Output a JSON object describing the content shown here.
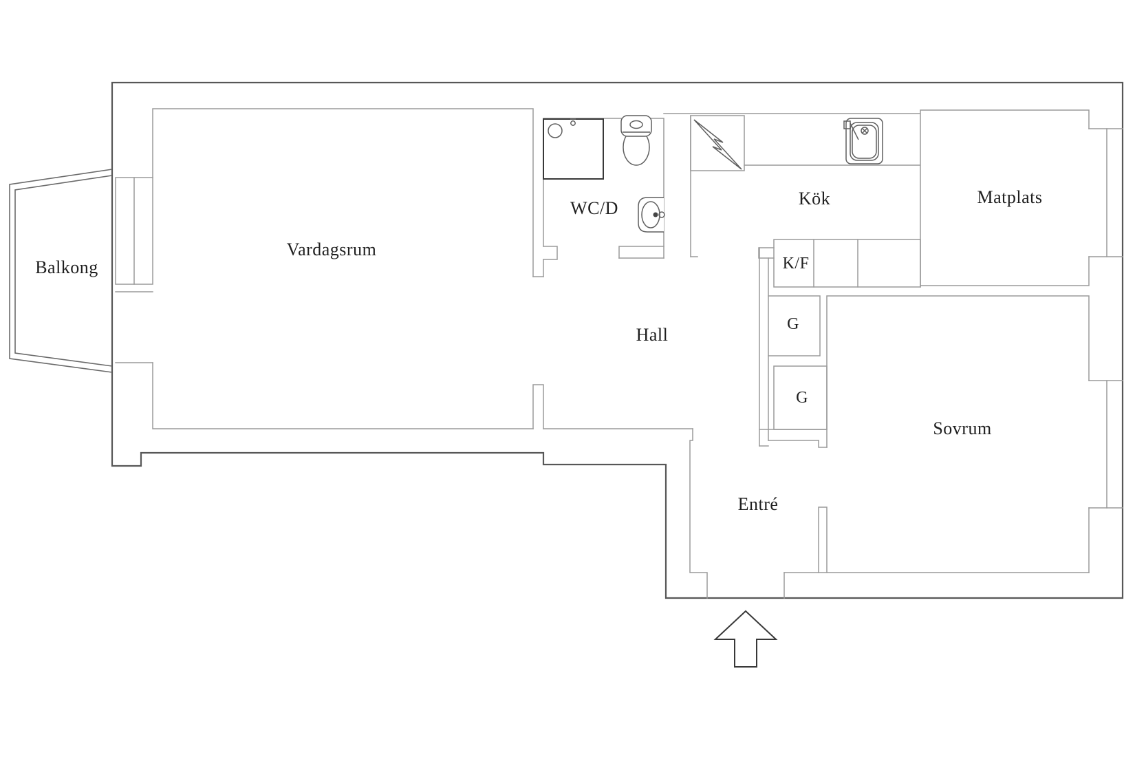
{
  "plan": {
    "title": "Apartment floor plan",
    "background_color": "#ffffff",
    "exterior_wall_color": "#575757",
    "interior_line_color": "#9a9a9a",
    "text_color": "#1f1f1f",
    "rooms": [
      {
        "id": "balkong",
        "label": "Balkong"
      },
      {
        "id": "vardagsrum",
        "label": "Vardagsrum"
      },
      {
        "id": "wcd",
        "label": "WC/D"
      },
      {
        "id": "hall",
        "label": "Hall"
      },
      {
        "id": "kok",
        "label": "Kök"
      },
      {
        "id": "matplats",
        "label": "Matplats"
      },
      {
        "id": "kf",
        "label": "K/F"
      },
      {
        "id": "g1",
        "label": "G"
      },
      {
        "id": "g2",
        "label": "G"
      },
      {
        "id": "sovrum",
        "label": "Sovrum"
      },
      {
        "id": "entre",
        "label": "Entré"
      }
    ],
    "fixtures": [
      {
        "name": "shower-icon"
      },
      {
        "name": "toilet-icon"
      },
      {
        "name": "washbasin-icon"
      },
      {
        "name": "kitchen-sink-icon"
      },
      {
        "name": "stove-icon"
      },
      {
        "name": "refrigerator-freezer-cabinet"
      },
      {
        "name": "wardrobe-cabinet"
      },
      {
        "name": "entrance-arrow-icon"
      }
    ],
    "windows": [
      {
        "name": "balcony-window"
      },
      {
        "name": "matplats-window"
      },
      {
        "name": "sovrum-window"
      }
    ]
  }
}
